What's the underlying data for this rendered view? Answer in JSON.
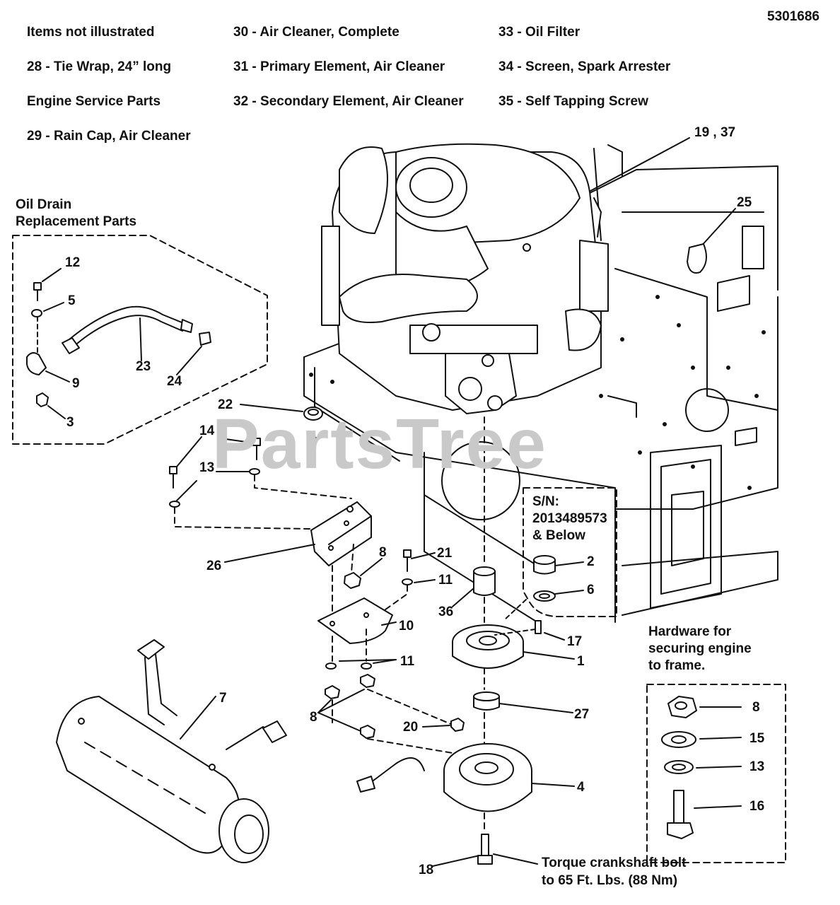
{
  "drawing_number": "5301686",
  "watermark": "PartsTree",
  "notes": {
    "items_not_illustrated": "Items not illustrated",
    "engine_service_parts": "Engine Service Parts",
    "col1": [
      "28 - Tie Wrap, 24” long",
      "29 - Rain Cap, Air Cleaner"
    ],
    "col2": [
      "30 - Air Cleaner, Complete",
      "31 - Primary Element, Air Cleaner",
      "32 - Secondary Element, Air Cleaner"
    ],
    "col3": [
      "33 - Oil Filter",
      "34 - Screen, Spark Arrester",
      "35 - Self Tapping Screw"
    ]
  },
  "oil_drain": {
    "title_line1": "Oil Drain",
    "title_line2": "Replacement Parts"
  },
  "serial_note": {
    "line1": "S/N:",
    "line2": "2013489573",
    "line3": "& Below"
  },
  "hardware_note": {
    "line1": "Hardware for",
    "line2": "securing engine",
    "line3": "to frame."
  },
  "torque_note": {
    "line1": "Torque crankshaft bolt",
    "line2": "to 65 Ft. Lbs. (88 Nm)"
  },
  "callouts": {
    "c19_37": "19 , 37",
    "c25": "25",
    "c12": "12",
    "c5": "5",
    "c23": "23",
    "c9": "9",
    "c24": "24",
    "c3": "3",
    "c22": "22",
    "c14": "14",
    "c13": "13",
    "c26": "26",
    "c8a": "8",
    "c21": "21",
    "c11a": "11",
    "c10": "10",
    "c11b": "11",
    "c36": "36",
    "c2": "2",
    "c6": "6",
    "c17": "17",
    "c1": "1",
    "c27": "27",
    "c7": "7",
    "c8b": "8",
    "c20": "20",
    "c4": "4",
    "c18": "18",
    "h8": "8",
    "h15": "15",
    "h13": "13",
    "h16": "16"
  }
}
